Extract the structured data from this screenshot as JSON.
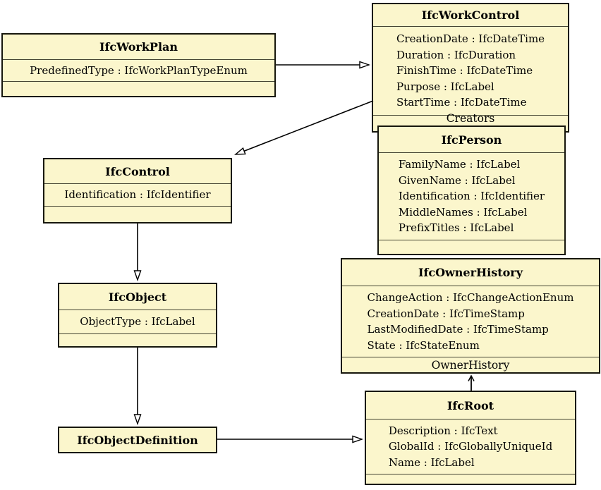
{
  "colors": {
    "box_fill": "#fbf6cc",
    "box_border": "#17170d",
    "separator": "#444432",
    "line": "#000000",
    "background": "#ffffff"
  },
  "classes": [
    {
      "title": "IfcWorkPlan",
      "attributes": [
        "PredefinedType : IfcWorkPlanTypeEnum"
      ]
    },
    {
      "title": "IfcWorkControl",
      "attributes": [
        "CreationDate : IfcDateTime",
        "Duration : IfcDuration",
        "FinishTime : IfcDateTime",
        "Purpose : IfcLabel",
        "StartTime : IfcDateTime"
      ]
    },
    {
      "title": "IfcPerson",
      "attributes": [
        "FamilyName : IfcLabel",
        "GivenName : IfcLabel",
        "Identification : IfcIdentifier",
        "MiddleNames : IfcLabel",
        "PrefixTitles : IfcLabel"
      ]
    },
    {
      "title": "IfcControl",
      "attributes": [
        "Identification : IfcIdentifier"
      ]
    },
    {
      "title": "IfcObject",
      "attributes": [
        "ObjectType : IfcLabel"
      ]
    },
    {
      "title": "IfcOwnerHistory",
      "attributes": [
        "ChangeAction : IfcChangeActionEnum",
        "CreationDate : IfcTimeStamp",
        "LastModifiedDate : IfcTimeStamp",
        "State : IfcStateEnum"
      ]
    },
    {
      "title": "IfcObjectDefinition",
      "attributes": []
    },
    {
      "title": "IfcRoot",
      "attributes": [
        "Description : IfcText",
        "GlobalId : IfcGloballyUniqueId",
        "Name : IfcLabel"
      ]
    }
  ],
  "edge_labels": {
    "creators": "Creators",
    "owner_history": "OwnerHistory"
  },
  "relationships": [
    {
      "from": "IfcWorkPlan",
      "to": "IfcWorkControl",
      "type": "generalization",
      "label": ""
    },
    {
      "from": "IfcWorkControl",
      "to": "IfcControl",
      "type": "generalization",
      "label": ""
    },
    {
      "from": "IfcControl",
      "to": "IfcObject",
      "type": "generalization",
      "label": ""
    },
    {
      "from": "IfcObject",
      "to": "IfcObjectDefinition",
      "type": "generalization",
      "label": ""
    },
    {
      "from": "IfcObjectDefinition",
      "to": "IfcRoot",
      "type": "generalization",
      "label": ""
    },
    {
      "from": "IfcRoot",
      "to": "IfcOwnerHistory",
      "type": "association",
      "label": "OwnerHistory"
    },
    {
      "from": "IfcWorkControl",
      "to": "IfcPerson",
      "type": "association",
      "label": "Creators"
    }
  ]
}
